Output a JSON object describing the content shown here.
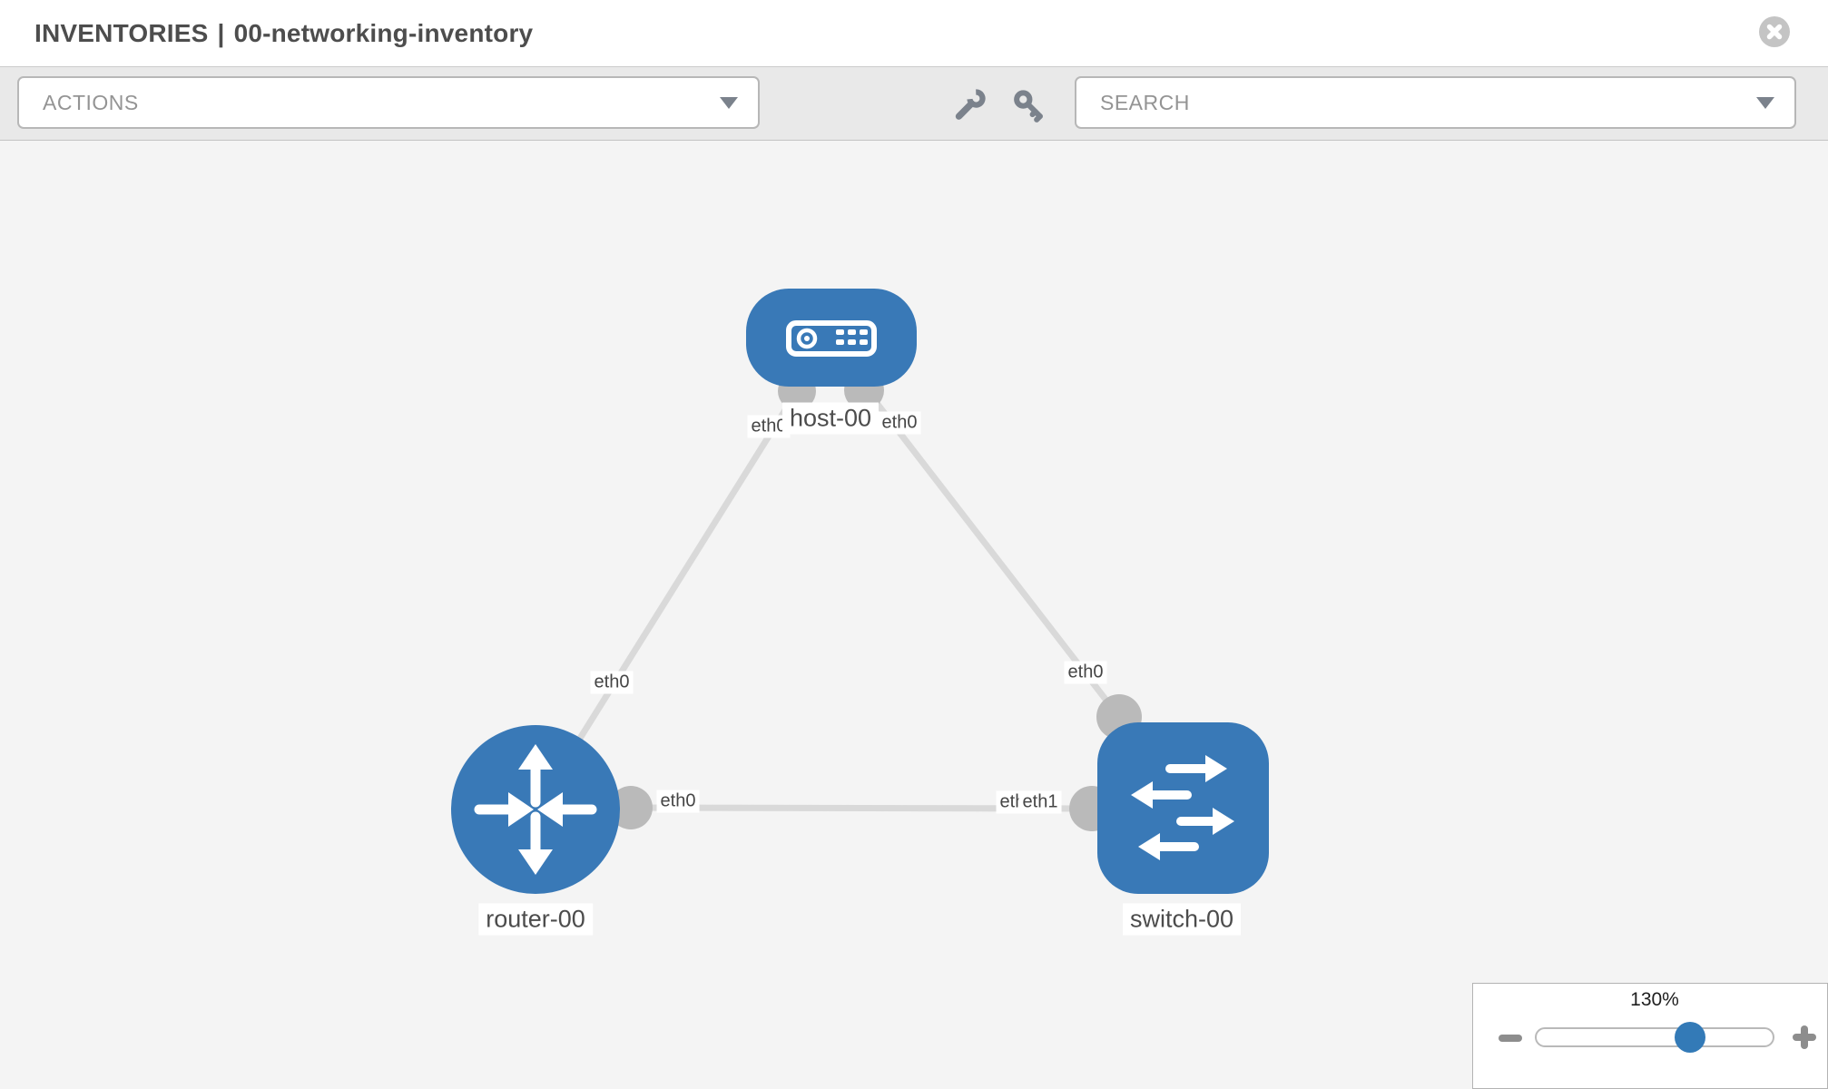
{
  "header": {
    "breadcrumb": "INVENTORIES",
    "separator": "|",
    "inventory_name": "00-networking-inventory"
  },
  "toolbar": {
    "actions_label": "ACTIONS",
    "search_label": "SEARCH"
  },
  "icons": {
    "close": "close-circle-icon",
    "wrench": "wrench-icon",
    "key": "key-icon",
    "dropdown": "chevron-down-icon",
    "zoom_out": "minus-icon",
    "zoom_in": "plus-icon"
  },
  "colors": {
    "node_blue": "#3979b7",
    "link_grey": "#d9d9d9",
    "port_grey": "#bababa",
    "canvas_bg": "#f4f4f4",
    "toolbar_bg": "#e9e9e9",
    "icon_slate": "#7b828c",
    "handle_blue": "#337ab7"
  },
  "topology": {
    "nodes": [
      {
        "id": "host-00",
        "type": "host",
        "label": "host-00"
      },
      {
        "id": "router-00",
        "type": "router",
        "label": "router-00"
      },
      {
        "id": "switch-00",
        "type": "switch",
        "label": "switch-00"
      }
    ],
    "links": [
      {
        "source": "router-00",
        "target": "host-00",
        "source_interface": "eth0",
        "target_interface": "eth0"
      },
      {
        "source": "host-00",
        "target": "switch-00",
        "source_interface": "eth0",
        "target_interface": "eth0"
      },
      {
        "source": "router-00",
        "target": "switch-00",
        "source_interface": "eth0",
        "target_interface": "eth1"
      }
    ],
    "interface_labels": [
      {
        "text": "eth0"
      },
      {
        "text": "eth0"
      },
      {
        "text": "eth0"
      },
      {
        "text": "eth0"
      },
      {
        "text": "eth0"
      },
      {
        "text": "eth0"
      },
      {
        "text": "eth1"
      }
    ]
  },
  "zoom_control": {
    "percent": "130%"
  }
}
